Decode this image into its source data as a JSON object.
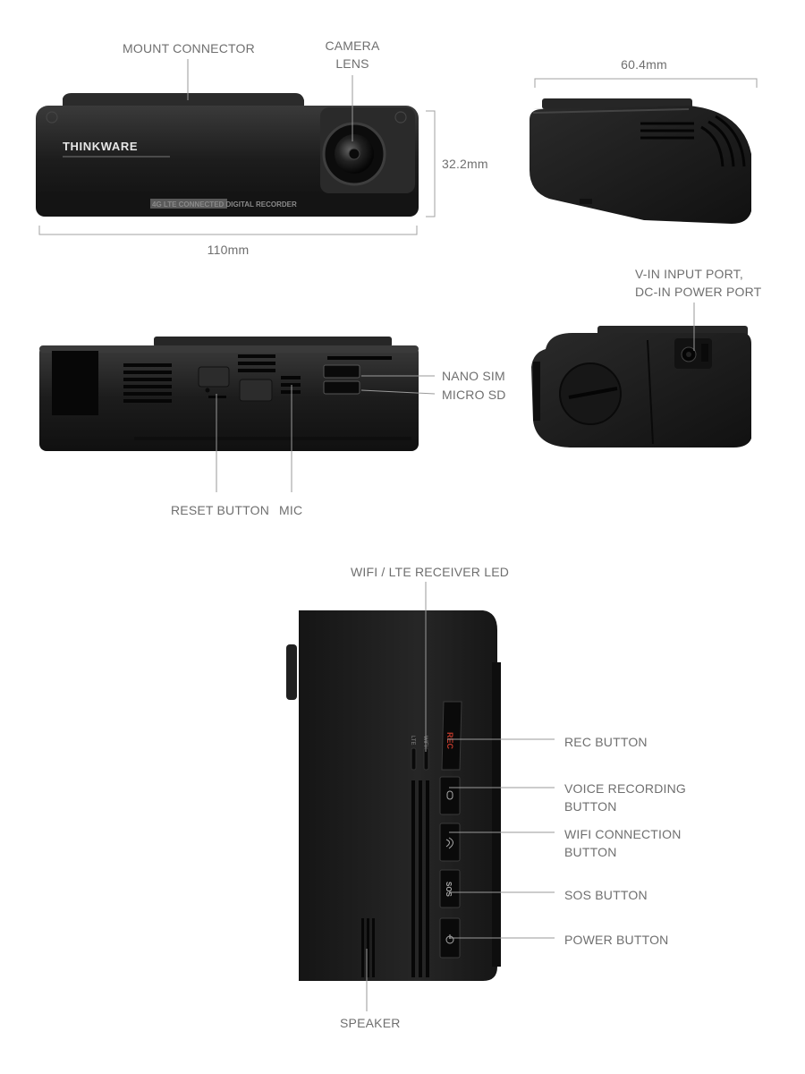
{
  "colors": {
    "body": "#1e1e1e",
    "body_light": "#3a3a3a",
    "leader": "#9a9a9a",
    "label": "#6f6f6f",
    "rec": "#c0392b"
  },
  "front": {
    "brand": "THINKWARE",
    "band_text": "4G LTE CONNECTED DIGITAL RECORDER",
    "mount_connector": "MOUNT CONNECTOR",
    "camera_lens_1": "CAMERA",
    "camera_lens_2": "LENS",
    "height_dim": "32.2mm",
    "width_dim": "110mm"
  },
  "side": {
    "depth_dim": "60.4mm"
  },
  "top": {
    "nano_sim": "NANO SIM",
    "micro_sd": "MICRO SD",
    "reset_button": "RESET BUTTON",
    "mic": "MIC"
  },
  "rear_side": {
    "port_1": "V-IN INPUT PORT,",
    "port_2": "DC-IN POWER PORT"
  },
  "back": {
    "led": "WIFI / LTE RECEIVER LED",
    "rec_button": "REC BUTTON",
    "voice_1": "VOICE RECORDING",
    "voice_2": "BUTTON",
    "wifi_1": "WIFI CONNECTION",
    "wifi_2": "BUTTON",
    "sos_button": "SOS BUTTON",
    "power_button": "POWER BUTTON",
    "speaker": "SPEAKER",
    "rec_text": "REC",
    "sos_text": "SOS",
    "lte_text": "LTE",
    "wifi_text": "WiFi"
  },
  "icons": [
    "microphone-icon",
    "wifi-icon",
    "power-icon"
  ]
}
